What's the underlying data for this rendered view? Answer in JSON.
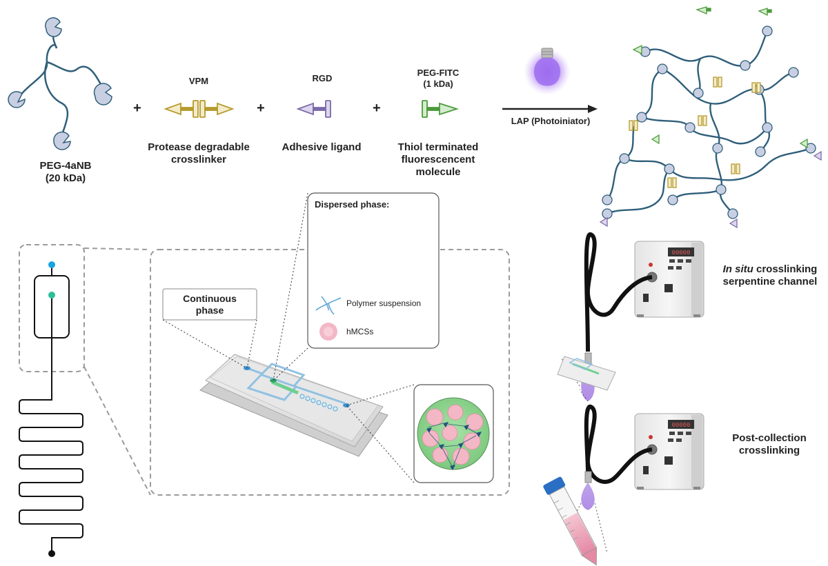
{
  "top": {
    "peg": {
      "name": "PEG-4aNB",
      "size": "(20 kDa)"
    },
    "vpm": {
      "abbr": "VPM",
      "desc_line1": "Protease degradable",
      "desc_line2": "crosslinker"
    },
    "rgd": {
      "abbr": "RGD",
      "desc": "Adhesive ligand"
    },
    "fitc": {
      "abbr": "PEG-FITC",
      "size": "(1 kDa)",
      "desc_line1": "Thiol terminated",
      "desc_line2": "fluorescencent",
      "desc_line3": "molecule"
    },
    "plus": "+",
    "arrow_label": "LAP (Photoiniator)"
  },
  "bottom": {
    "continuous_line1": "Continuous",
    "continuous_line2": "phase",
    "dispersed_title": "Dispersed phase:",
    "polymer_label": "Polymer suspension",
    "cells_label": "hMCSs",
    "insitu_italic": "In situ",
    "insitu_rest": " crosslinking",
    "insitu_line2": "serpentine channel",
    "post_line1": "Post-collection",
    "post_line2": "crosslinking",
    "lamp_display": "00000"
  },
  "colors": {
    "polymer": "#2f5f7a",
    "norbornene": "#c9cfe3",
    "vpm": "#b59a2e",
    "rgd": "#7b6aa8",
    "fitc": "#4c9a3a",
    "bulb": "#7b3fd0",
    "channel": "#8fc1e3",
    "droplet": "#6fcf8f"
  }
}
